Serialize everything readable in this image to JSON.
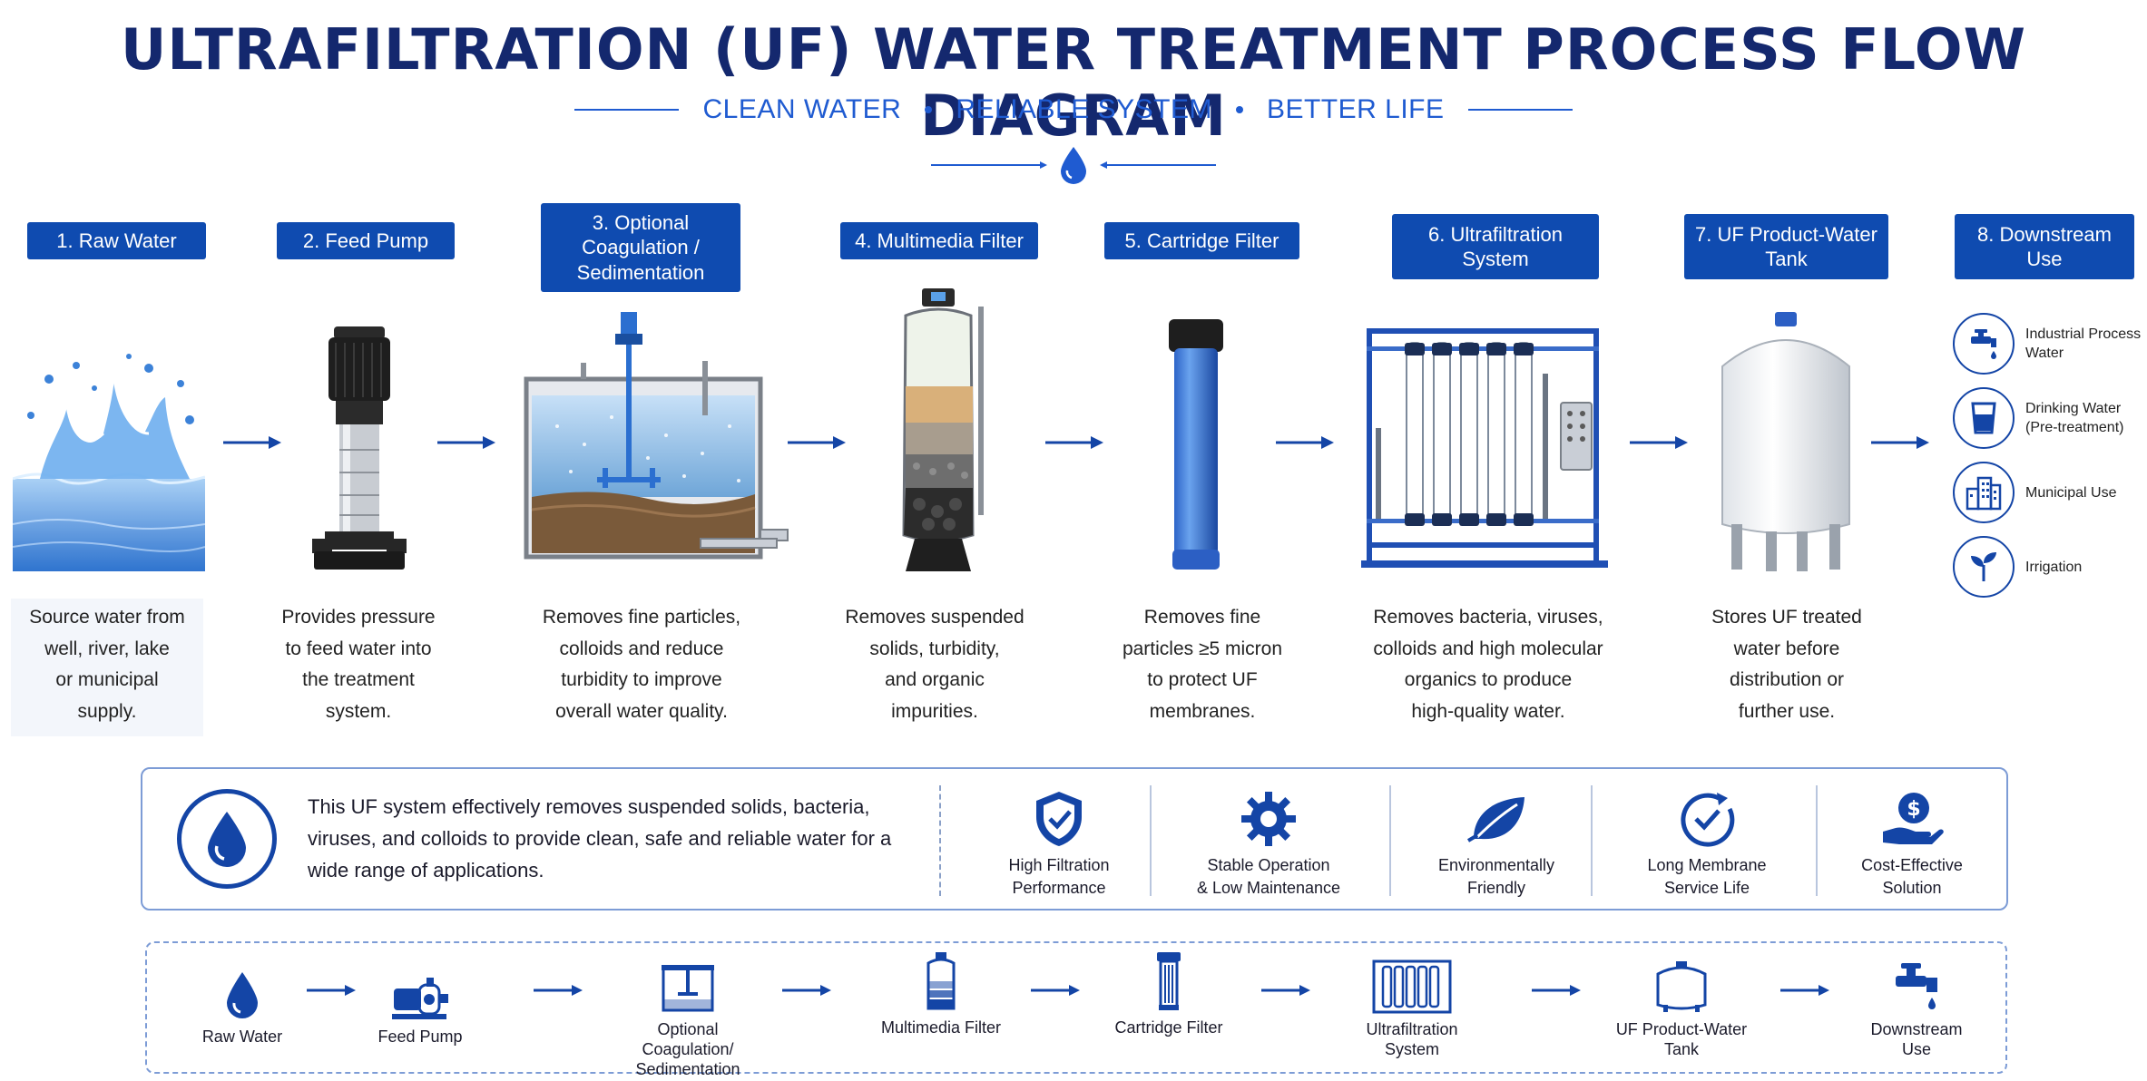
{
  "header": {
    "title": "ULTRAFILTRATION (UF) WATER TREATMENT PROCESS FLOW DIAGRAM",
    "tagline_1": "CLEAN WATER",
    "tagline_2": "RELIABLE SYSTEM",
    "tagline_3": "BETTER LIFE"
  },
  "steps": [
    {
      "label": "1. Raw Water",
      "description": "Source water from\nwell, river, lake\nor municipal\nsupply."
    },
    {
      "label": "2. Feed Pump",
      "description": "Provides pressure\nto feed water into\nthe treatment\nsystem."
    },
    {
      "label": "3. Optional\nCoagulation /\nSedimentation",
      "description": "Removes fine particles,\ncolloids and reduce\nturbidity to improve\noverall water quality."
    },
    {
      "label": "4. Multimedia Filter",
      "description": "Removes suspended\nsolids, turbidity,\nand organic\nimpurities."
    },
    {
      "label": "5. Cartridge Filter",
      "description": "Removes fine\nparticles ≥5 micron\nto protect UF\nmembranes."
    },
    {
      "label": "6. Ultrafiltration\nSystem",
      "description": "Removes bacteria, viruses,\ncolloids and high molecular\norganics to produce\nhigh-quality water."
    },
    {
      "label": "7. UF Product-Water\nTank",
      "description": "Stores UF treated\nwater before\ndistribution or\nfurther use."
    },
    {
      "label": "8. Downstream\nUse"
    }
  ],
  "downstream_uses": [
    {
      "label": "Industrial Process\nWater",
      "icon": "faucet-icon"
    },
    {
      "label": "Drinking Water\n(Pre-treatment)",
      "icon": "glass-icon"
    },
    {
      "label": "Municipal Use",
      "icon": "buildings-icon"
    },
    {
      "label": "Irrigation",
      "icon": "sprout-icon"
    }
  ],
  "benefits": {
    "summary": "This UF system effectively removes suspended solids, bacteria, viruses, and colloids to provide clean, safe and reliable water for a wide range of applications.",
    "features": [
      {
        "label": "High Filtration\nPerformance",
        "icon": "shield-check-icon"
      },
      {
        "label": "Stable Operation\n& Low Maintenance",
        "icon": "gear-icon"
      },
      {
        "label": "Environmentally\nFriendly",
        "icon": "leaf-icon"
      },
      {
        "label": "Long Membrane\nService Life",
        "icon": "check-circle-icon"
      },
      {
        "label": "Cost-Effective\nSolution",
        "icon": "dollar-hand-icon"
      }
    ]
  },
  "mini_flow": [
    {
      "label": "Raw Water",
      "icon": "drop-icon"
    },
    {
      "label": "Feed Pump",
      "icon": "pump-icon"
    },
    {
      "label": "Optional\nCoagulation/\nSedimentation",
      "icon": "tank-icon"
    },
    {
      "label": "Multimedia Filter",
      "icon": "multimedia-filter-icon"
    },
    {
      "label": "Cartridge Filter",
      "icon": "cartridge-icon"
    },
    {
      "label": "Ultrafiltration\nSystem",
      "icon": "uf-rack-icon"
    },
    {
      "label": "UF Product-Water\nTank",
      "icon": "product-tank-icon"
    },
    {
      "label": "Downstream\nUse",
      "icon": "faucet-icon"
    }
  ],
  "colors": {
    "primary": "#0f4bb0",
    "title": "#14286e",
    "accent": "#1f5bd1",
    "water": "#4a90e2"
  }
}
